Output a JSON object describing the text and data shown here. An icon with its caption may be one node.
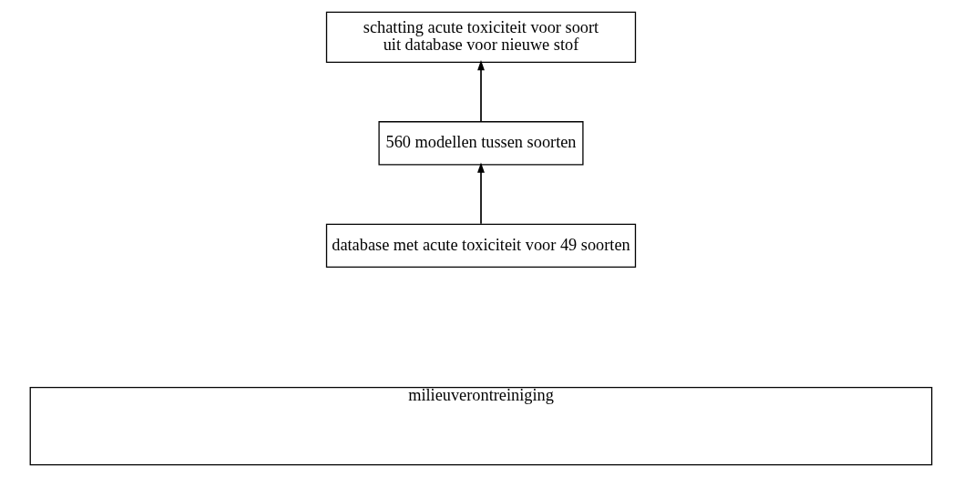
{
  "diagram": {
    "nodes": [
      {
        "text": [
          "schatting acute toxiciteit voor soort uit database voor nieuwe stof"
        ]
      },
      {
        "text": [
          "560 modellen tussen soorten"
        ]
      },
      {
        "text": [
          "database met acute toxiciteit voor 49 soorten"
        ]
      },
      {
        "text": [
          "milieuverontreiniging"
        ]
      }
    ],
    "edges": [
      {
        "from": 2,
        "to": 1,
        "arrow": "to"
      },
      {
        "from": 1,
        "to": 0,
        "arrow": "to"
      }
    ]
  }
}
